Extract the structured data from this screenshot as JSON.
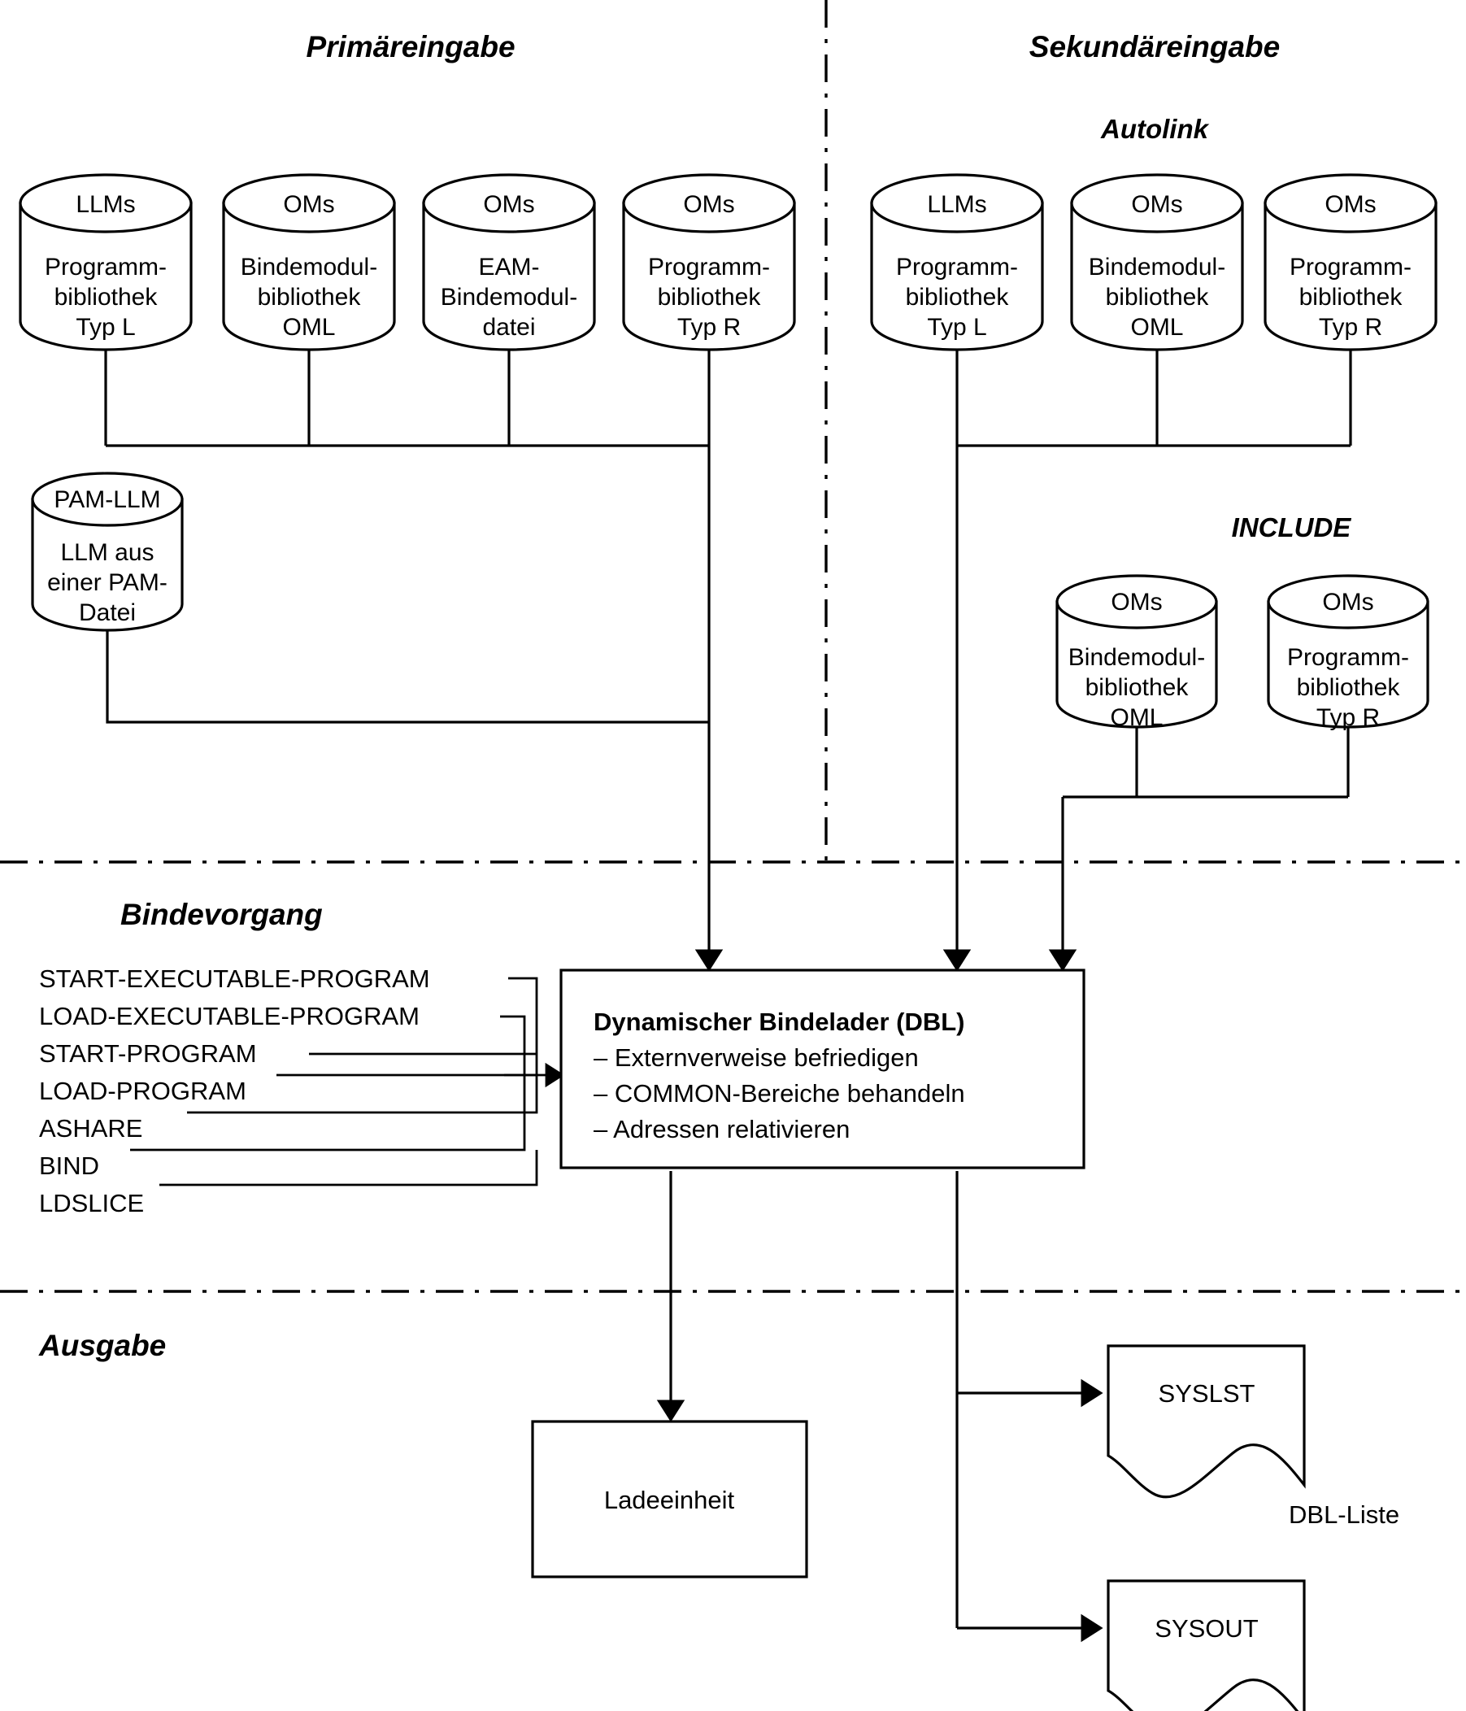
{
  "sections": {
    "primary_title": "Primäreingabe",
    "secondary_title": "Sekundäreingabe",
    "autolink_title": "Autolink",
    "include_title": "INCLUDE",
    "bind_title": "Bindevorgang",
    "output_title": "Ausgabe"
  },
  "primary_sources": [
    {
      "top": "LLMs",
      "body": [
        "Programm-",
        "bibliothek",
        "Typ L"
      ]
    },
    {
      "top": "OMs",
      "body": [
        "Bindemodul-",
        "bibliothek",
        "OML"
      ]
    },
    {
      "top": "OMs",
      "body": [
        "EAM-",
        "Bindemodul-",
        "datei"
      ]
    },
    {
      "top": "OMs",
      "body": [
        "Programm-",
        "bibliothek",
        "Typ R"
      ]
    }
  ],
  "pam_source": {
    "top": "PAM-LLM",
    "body": [
      "LLM aus",
      "einer PAM-",
      "Datei"
    ]
  },
  "autolink_sources": [
    {
      "top": "LLMs",
      "body": [
        "Programm-",
        "bibliothek",
        "Typ L"
      ]
    },
    {
      "top": "OMs",
      "body": [
        "Bindemodul-",
        "bibliothek",
        "OML"
      ]
    },
    {
      "top": "OMs",
      "body": [
        "Programm-",
        "bibliothek",
        "Typ R"
      ]
    }
  ],
  "include_sources": [
    {
      "top": "OMs",
      "body": [
        "Bindemodul-",
        "bibliothek",
        "OML"
      ]
    },
    {
      "top": "OMs",
      "body": [
        "Programm-",
        "bibliothek",
        "Typ R"
      ]
    }
  ],
  "commands": [
    "START-EXECUTABLE-PROGRAM",
    "LOAD-EXECUTABLE-PROGRAM",
    "START-PROGRAM",
    "LOAD-PROGRAM",
    "ASHARE",
    "BIND",
    "LDSLICE"
  ],
  "dbl": {
    "heading": "Dynamischer Bindelader (DBL)",
    "bullets": [
      "– Externverweise befriedigen",
      "– COMMON-Bereiche behandeln",
      "– Adressen relativieren"
    ]
  },
  "outputs": {
    "load_unit": "Ladeeinheit",
    "syslst": "SYSLST",
    "sysout": "SYSOUT",
    "list_label": "DBL-Liste"
  },
  "colors": {
    "line": "#000000",
    "fill": "#ffffff"
  }
}
